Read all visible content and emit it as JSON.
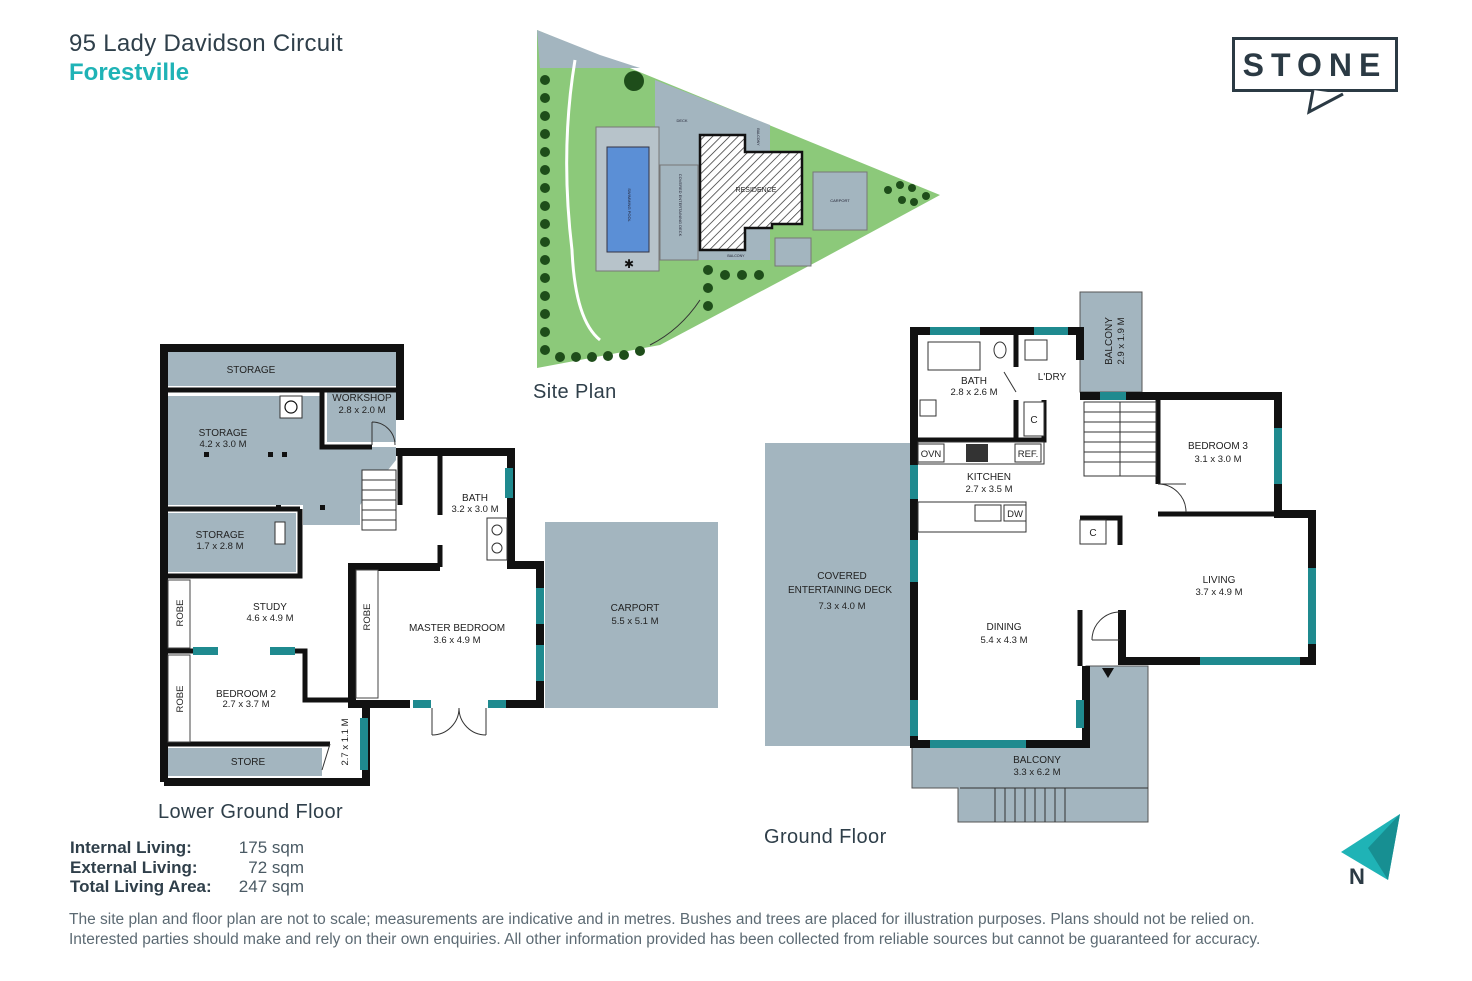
{
  "header": {
    "address_line1": "95 Lady Davidson Circuit",
    "address_line2": "Forestville"
  },
  "logo": {
    "text": "STONE"
  },
  "labels": {
    "site_plan": "Site Plan",
    "lower_ground": "Lower Ground  Floor",
    "ground": "Ground  Floor",
    "compass": "N"
  },
  "site_plan": {
    "deck": "DECK",
    "balcony_top": "BALCONY",
    "residence": "RESIDENCE",
    "carport": "CARPORT",
    "pool": "SWIMMING POOL",
    "covered_deck": "COVERED ENTERTAINING DECK",
    "balcony_bottom": "BALCONY"
  },
  "lower_ground": {
    "storage_top": "STORAGE",
    "workshop": "WORKSHOP",
    "workshop_dim": "2.8 x 2.0 M",
    "storage_1": "STORAGE",
    "storage_1_dim": "4.2 x 3.0 M",
    "storage_2": "STORAGE",
    "storage_2_dim": "1.7 x 2.8 M",
    "bath": "BATH",
    "bath_dim": "3.2 x 3.0 M",
    "robe_1": "ROBE",
    "study": "STUDY",
    "study_dim": "4.6 x 4.9 M",
    "robe_2": "ROBE",
    "master": "MASTER BEDROOM",
    "master_dim": "3.6 x 4.9 M",
    "carport": "CARPORT",
    "carport_dim": "5.5 x 5.1 M",
    "robe_3": "ROBE",
    "bedroom2": "BEDROOM 2",
    "bedroom2_dim": "2.7 x 3.7 M",
    "store": "STORE",
    "hall_dim": "2.7 x 1.1 M"
  },
  "ground": {
    "bath": "BATH",
    "bath_dim": "2.8 x 2.6 M",
    "laundry": "L'DRY",
    "balcony_side": "BALCONY",
    "balcony_side_dim": "2.9 x 1.9 M",
    "cupboard_1": "C",
    "oven": "OVN",
    "fridge": "REF.",
    "kitchen": "KITCHEN",
    "kitchen_dim": "2.7 x 3.5 M",
    "dishwasher": "DW",
    "bedroom3": "BEDROOM 3",
    "bedroom3_dim": "3.1 x 3.0 M",
    "cupboard_2": "C",
    "covered_deck_1": "COVERED",
    "covered_deck_2": "ENTERTAINING DECK",
    "covered_deck_dim": "7.3 x 4.0 M",
    "living": "LIVING",
    "living_dim": "3.7 x 4.9 M",
    "dining": "DINING",
    "dining_dim": "5.4 x 4.3 M",
    "balcony": "BALCONY",
    "balcony_dim": "3.3 x 6.2 M"
  },
  "stats": [
    {
      "label": "Internal Living:",
      "value": "175 sqm"
    },
    {
      "label": "External Living:",
      "value": "72 sqm"
    },
    {
      "label": "Total Living Area:",
      "value": "247 sqm"
    }
  ],
  "disclaimer": {
    "line1": "The site plan and floor plan are not to scale; measurements are indicative and in metres. Bushes and trees are placed for illustration purposes. Plans should not be relied on.",
    "line2": "Interested parties should make and rely on their own enquiries. All other information provided has been collected from reliable sources but cannot be guaranteed for accuracy."
  },
  "colors": {
    "accent": "#1fb3b6",
    "wall": "#1a1a1a",
    "room_fill": "#a3b5bf",
    "lawn": "#8cc97a",
    "window": "#1f8a8f",
    "text": "#2f3f4a"
  }
}
